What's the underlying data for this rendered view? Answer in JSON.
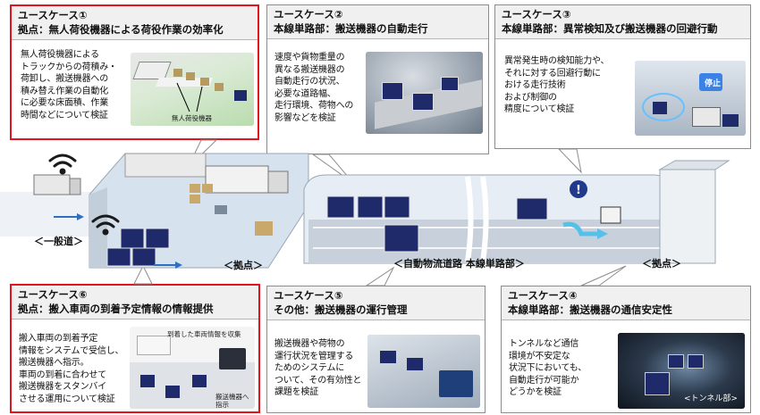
{
  "usecases": [
    {
      "title": "ユースケース①",
      "subtitle": "拠点：無人荷役機器による荷役作業の効率化",
      "body": "無人荷役機器による\nトラックからの荷積み・\n荷卸し、搬送機器への\n積み替え作業の自動化\nに必要な床面積、作業\n時間などについて検証"
    },
    {
      "title": "ユースケース②",
      "subtitle": "本線単路部：搬送機器の自動走行",
      "body": "速度や貨物重量の\n異なる搬送機器の\n自動走行の状況、\n必要な道路幅、\n走行環境、荷物への\n影響などを検証"
    },
    {
      "title": "ユースケース③",
      "subtitle": "本線単路部：異常検知及び搬送機器の回避行動",
      "body": "異常発生時の検知能力や、\nそれに対する回避行動に\nおける走行技術\nおよび制御の\n精度について検証"
    },
    {
      "title": "ユースケース⑥",
      "subtitle": "拠点：搬入車両の到着予定情報の情報提供",
      "body": "搬入車両の到着予定\n情報をシステムで受信し、\n搬送機器へ指示。\n車両の到着に合わせて\n搬送機器をスタンバイ\nさせる運用について検証"
    },
    {
      "title": "ユースケース⑤",
      "subtitle": "その他：搬送機器の運行管理",
      "body": "搬送機器や荷物の\n運行状況を管理する\nためのシステムに\nついて、その有効性と\n課題を検証"
    },
    {
      "title": "ユースケース④",
      "subtitle": "本線単路部：搬送機器の通信安定性",
      "body": "トンネルなど通信\n環境が不安定な\n状況下においても、\n自動走行が可能か\nどうかを検証"
    }
  ],
  "labels": {
    "general_road": "＜一般道＞",
    "hub_left": "＜拠点＞",
    "main_line": "＜自動物流道路 本線単路部＞",
    "hub_right": "＜拠点＞",
    "unmanned": "無人荷役機器",
    "stop": "停止",
    "tunnel": "<トンネル部>",
    "arrival_info": "到着した車両情報を収集",
    "instruct": "搬送機器へ\n指示"
  },
  "colors": {
    "highlight": "#e0141e",
    "carrier": "#1f2a6b",
    "wifi": "#1a1a1a",
    "arrow": "#2f6fc0"
  }
}
